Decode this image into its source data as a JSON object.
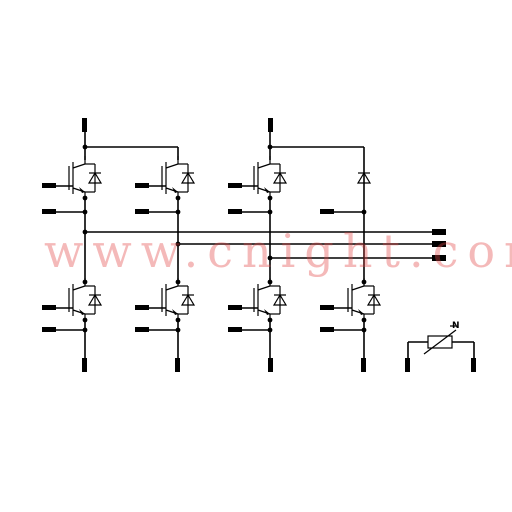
{
  "watermark": {
    "text": "www.cnight.com",
    "color": "#e05050"
  },
  "thermistor": {
    "symbol": "NTC",
    "arrow_label": "N"
  },
  "colors": {
    "line": "#000000",
    "background": "#ffffff"
  }
}
